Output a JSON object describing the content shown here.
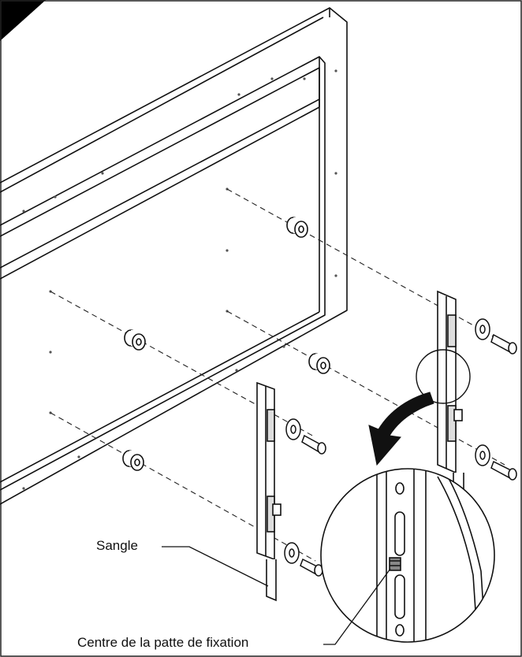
{
  "labels": {
    "strap": "Sangle",
    "bracket_center": "Centre de la patte de fixation"
  },
  "colors": {
    "line": "#111111",
    "accent_corner": "#000000",
    "arrow_fill": "#111111"
  },
  "icons": {
    "corner": "black-corner-triangle",
    "direction": "curved-arrow-icon"
  }
}
